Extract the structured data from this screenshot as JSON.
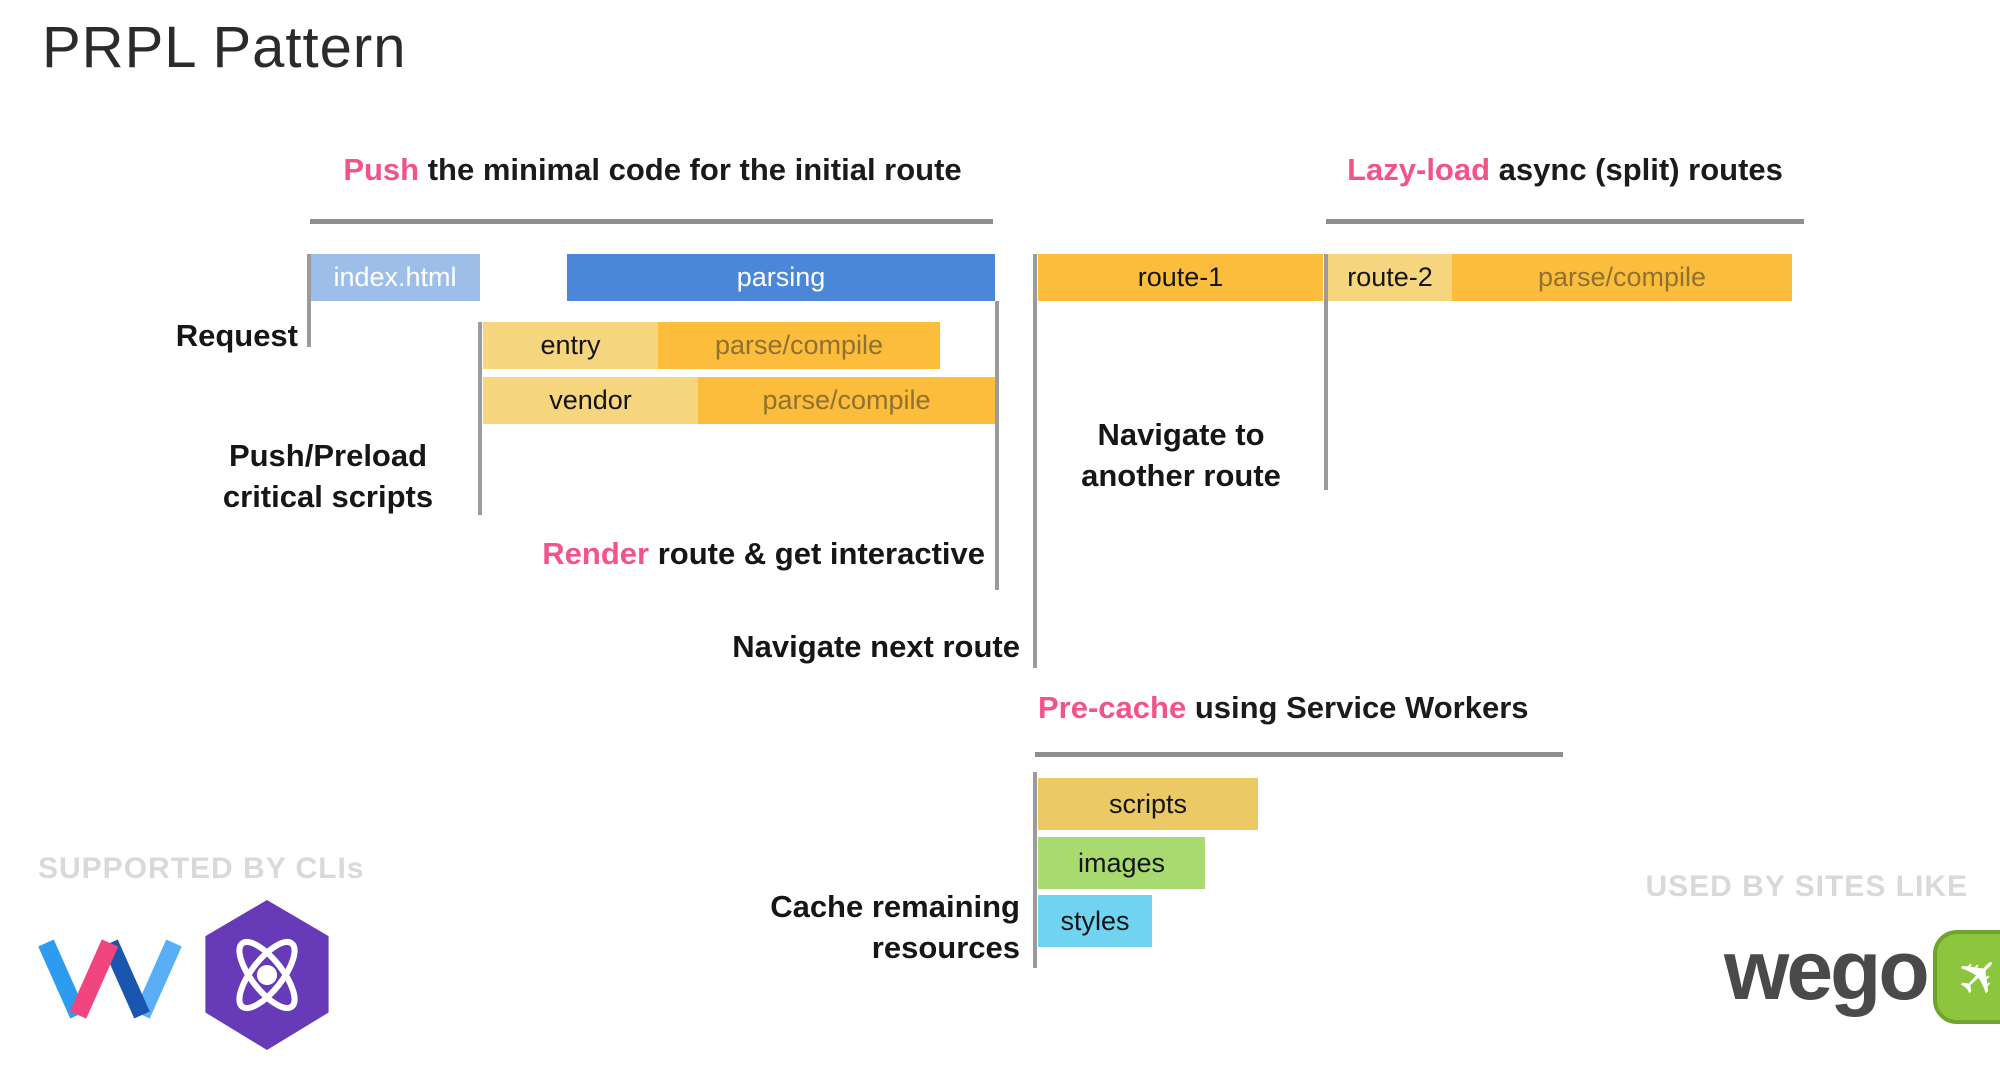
{
  "title": "PRPL Pattern",
  "sections": {
    "push": {
      "highlight": "Push",
      "rest": " the minimal code for the initial route"
    },
    "lazy": {
      "highlight": "Lazy-load",
      "rest": " async (split) routes"
    },
    "render": {
      "highlight": "Render",
      "rest": " route & get interactive"
    },
    "precache": {
      "highlight": "Pre-cache",
      "rest": " using Service Workers"
    }
  },
  "labels": {
    "request": "Request",
    "push_preload_line1": "Push/Preload",
    "push_preload_line2": "critical scripts",
    "navigate_another_line1": "Navigate to",
    "navigate_another_line2": "another route",
    "navigate_next": "Navigate next route",
    "cache_line1": "Cache remaining",
    "cache_line2": "resources"
  },
  "bars": {
    "index_html": "index.html",
    "parsing": "parsing",
    "entry": "entry",
    "vendor": "vendor",
    "parse_compile": "parse/compile",
    "route1": "route-1",
    "route2": "route-2",
    "scripts": "scripts",
    "images": "images",
    "styles": "styles"
  },
  "footer": {
    "supported": "SUPPORTED BY CLIs",
    "used": "USED BY SITES LIKE",
    "wego": "wego"
  },
  "colors": {
    "accent_pink": "#F2538B",
    "blue": "#4C86D8",
    "light_blue": "#9DBEE9",
    "amber": "#FBBD3B",
    "tan": "#F5D57E",
    "gold": "#EBC964",
    "green": "#A8DA6F",
    "cyan": "#70D4F0",
    "line_gray": "#9B9B9B",
    "watermark_gray": "#D9D9D9",
    "preact_purple": "#673AB8",
    "wego_green": "#8CC63F"
  }
}
